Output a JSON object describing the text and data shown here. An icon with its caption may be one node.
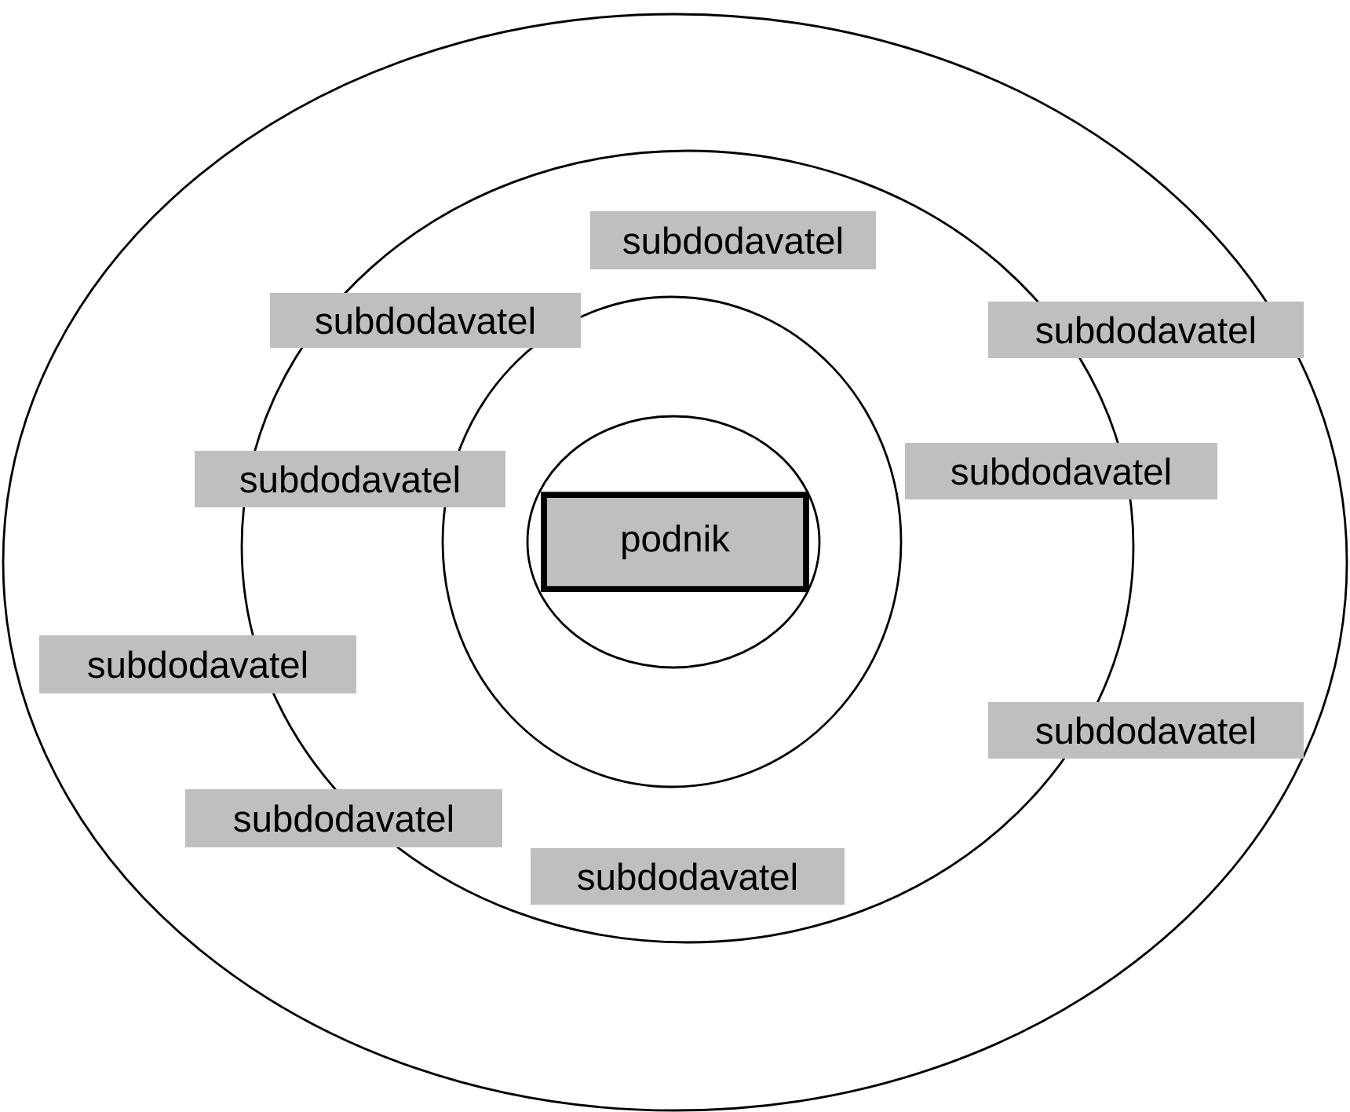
{
  "diagram": {
    "nodes": [
      {
        "text": [],
        "shape": "ellipse"
      },
      {
        "text": [],
        "shape": "ellipse",
        "in": 0
      },
      {
        "text": [],
        "shape": "ellipse",
        "in": 1
      },
      {
        "text": [],
        "shape": "ellipse",
        "in": 2
      },
      {
        "text": [
          "podnik"
        ],
        "in": 3
      },
      {
        "text": [
          "subdodavatel"
        ],
        "in": 1
      },
      {
        "text": [
          "subdodavatel"
        ],
        "in": 1
      },
      {
        "text": [
          "subdodavatel"
        ],
        "in": 0
      },
      {
        "text": [
          "subdodavatel"
        ],
        "in": 0
      },
      {
        "text": [
          "subdodavatel"
        ],
        "in": 0
      },
      {
        "text": [
          "subdodavatel"
        ],
        "in": 0
      },
      {
        "text": [
          "subdodavatel"
        ],
        "in": 0
      },
      {
        "text": [
          "subdodavatel"
        ],
        "in": 0
      },
      {
        "text": [
          "subdodavatel"
        ],
        "in": 1
      }
    ]
  }
}
